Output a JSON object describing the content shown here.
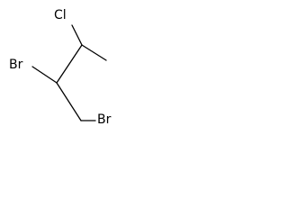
{
  "molecule": {
    "atoms": [
      {
        "id": "c2",
        "element": "C",
        "label": ""
      },
      {
        "id": "c3",
        "element": "C",
        "label": ""
      },
      {
        "id": "c4",
        "element": "C",
        "label": ""
      },
      {
        "id": "c1",
        "element": "C",
        "label": ""
      },
      {
        "id": "cl",
        "element": "Cl",
        "label": "Cl"
      },
      {
        "id": "br2",
        "element": "Br",
        "label": "Br"
      },
      {
        "id": "br1",
        "element": "Br",
        "label": "Br"
      }
    ],
    "bonds": [
      {
        "from": "c3",
        "to": "cl",
        "order": 1
      },
      {
        "from": "c3",
        "to": "c4",
        "order": 1
      },
      {
        "from": "c3",
        "to": "c2",
        "order": 1
      },
      {
        "from": "c2",
        "to": "br2",
        "order": 1
      },
      {
        "from": "c2",
        "to": "c1",
        "order": 1
      },
      {
        "from": "c1",
        "to": "br1",
        "order": 1
      }
    ]
  }
}
